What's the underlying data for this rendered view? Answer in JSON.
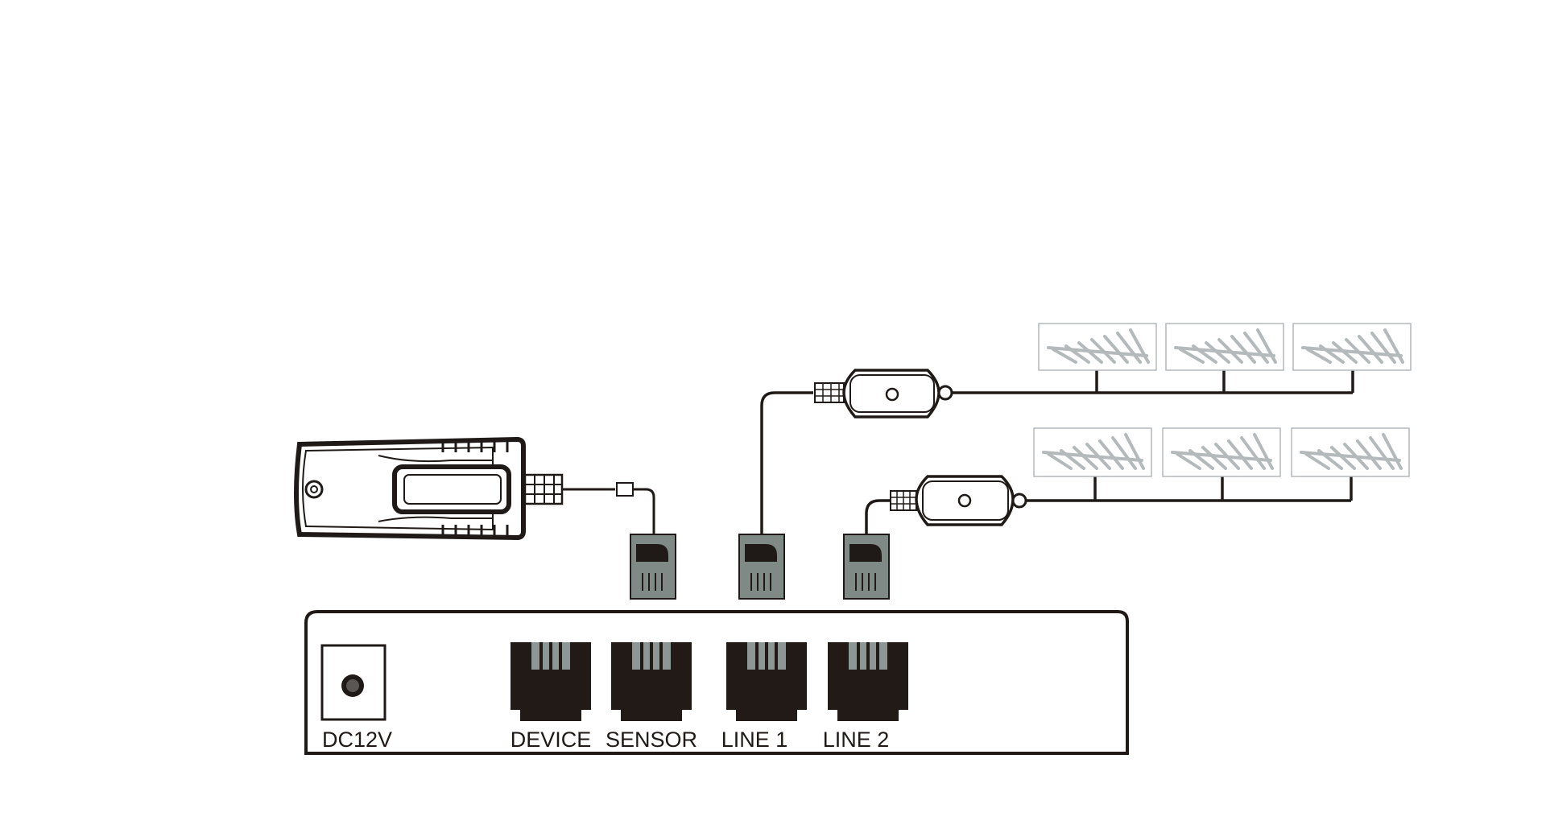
{
  "controller": {
    "ports": [
      {
        "id": "dc12v",
        "label": "DC12V"
      },
      {
        "id": "device",
        "label": "DEVICE"
      },
      {
        "id": "sensor",
        "label": "SENSOR"
      },
      {
        "id": "line1",
        "label": "LINE 1"
      },
      {
        "id": "line2",
        "label": "LINE 2"
      }
    ]
  },
  "line1": {
    "fixture_count": 3
  },
  "line2": {
    "fixture_count": 3
  },
  "colors": {
    "stroke": "#1f1a17",
    "port_fill": "#221a17",
    "port_pin": "#8c9694",
    "plug_fill": "#7f8a87",
    "fixture_gray": "#b4b9bb"
  }
}
